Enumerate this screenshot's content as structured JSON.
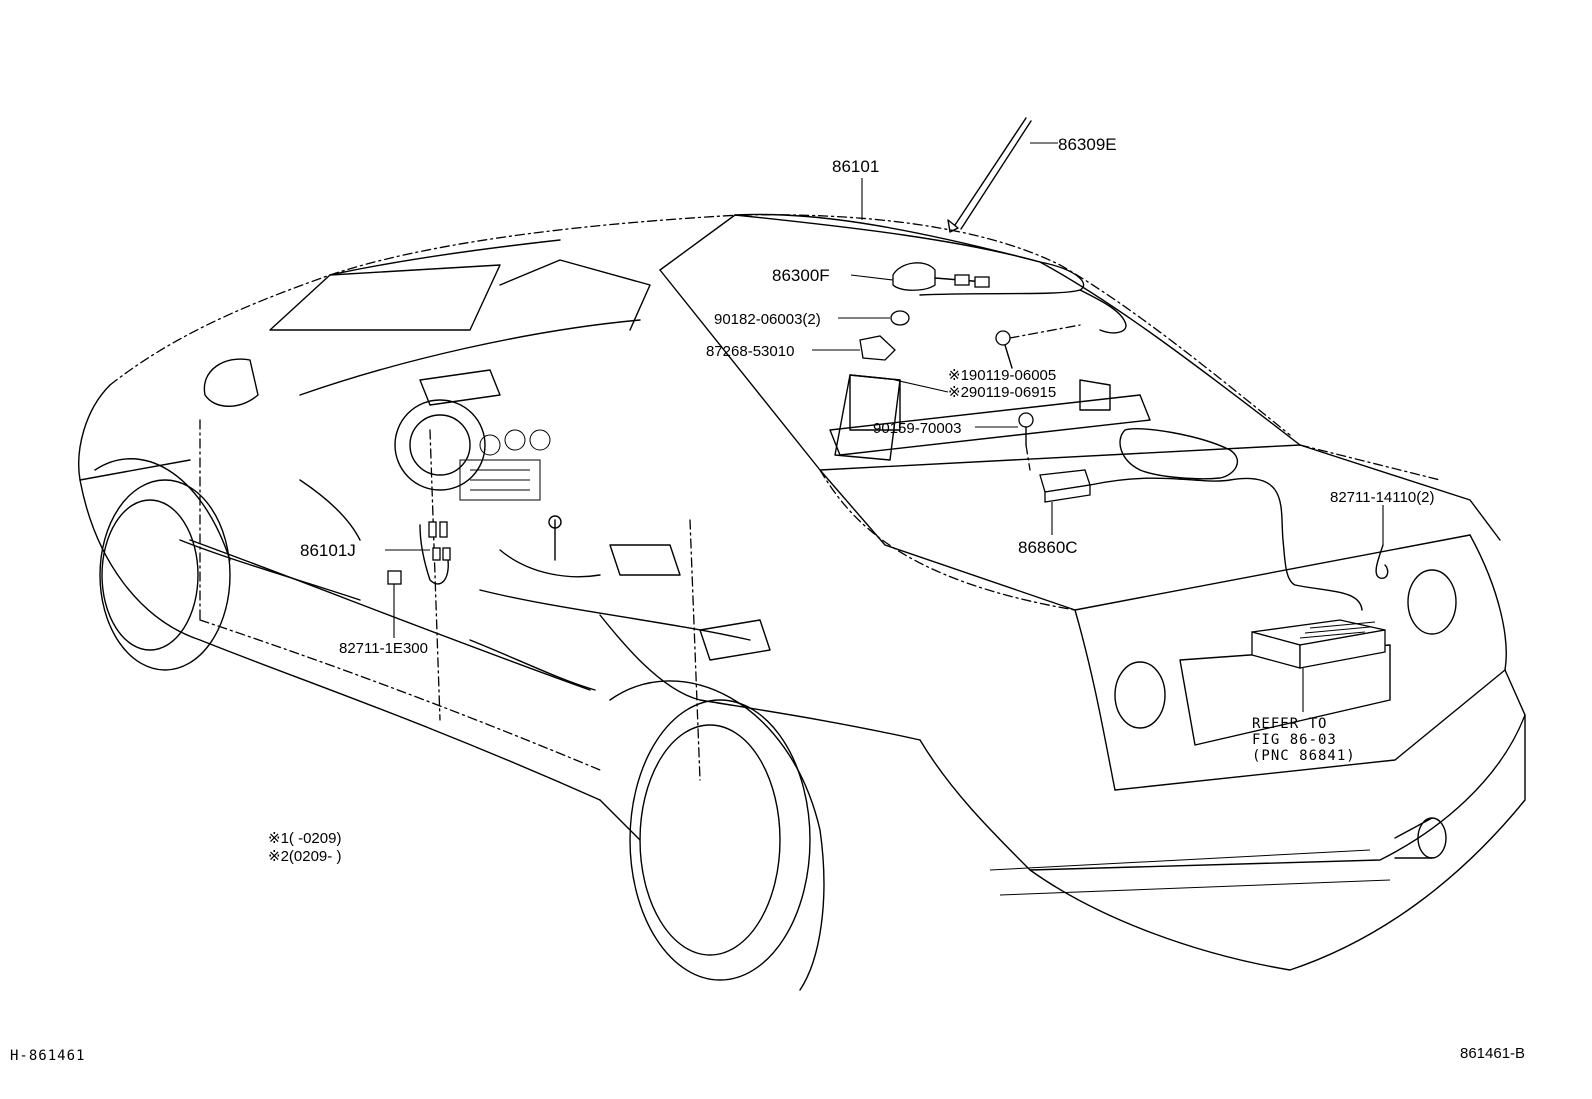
{
  "callouts": {
    "c86309E": "86309E",
    "c86101": "86101",
    "c86300F": "86300F",
    "c90182": "90182-06003(2)",
    "c87268": "87268-53010",
    "c90119a": "※190119-06005",
    "c90119b": "※290119-06915",
    "c90159": "90159-70003",
    "c82711_14110": "82711-14110(2)",
    "c86860C": "86860C",
    "c86101J": "86101J",
    "c82711_1E300": "82711-1E300",
    "refer1": "REFER TO",
    "refer2": "FIG 86-03",
    "refer3": "(PNC 86841)"
  },
  "notes": {
    "n1": "※1(      -0209)",
    "n2": "※2(0209-         )"
  },
  "footer": {
    "left_id": "H-861461",
    "right_id": "861461-B"
  }
}
